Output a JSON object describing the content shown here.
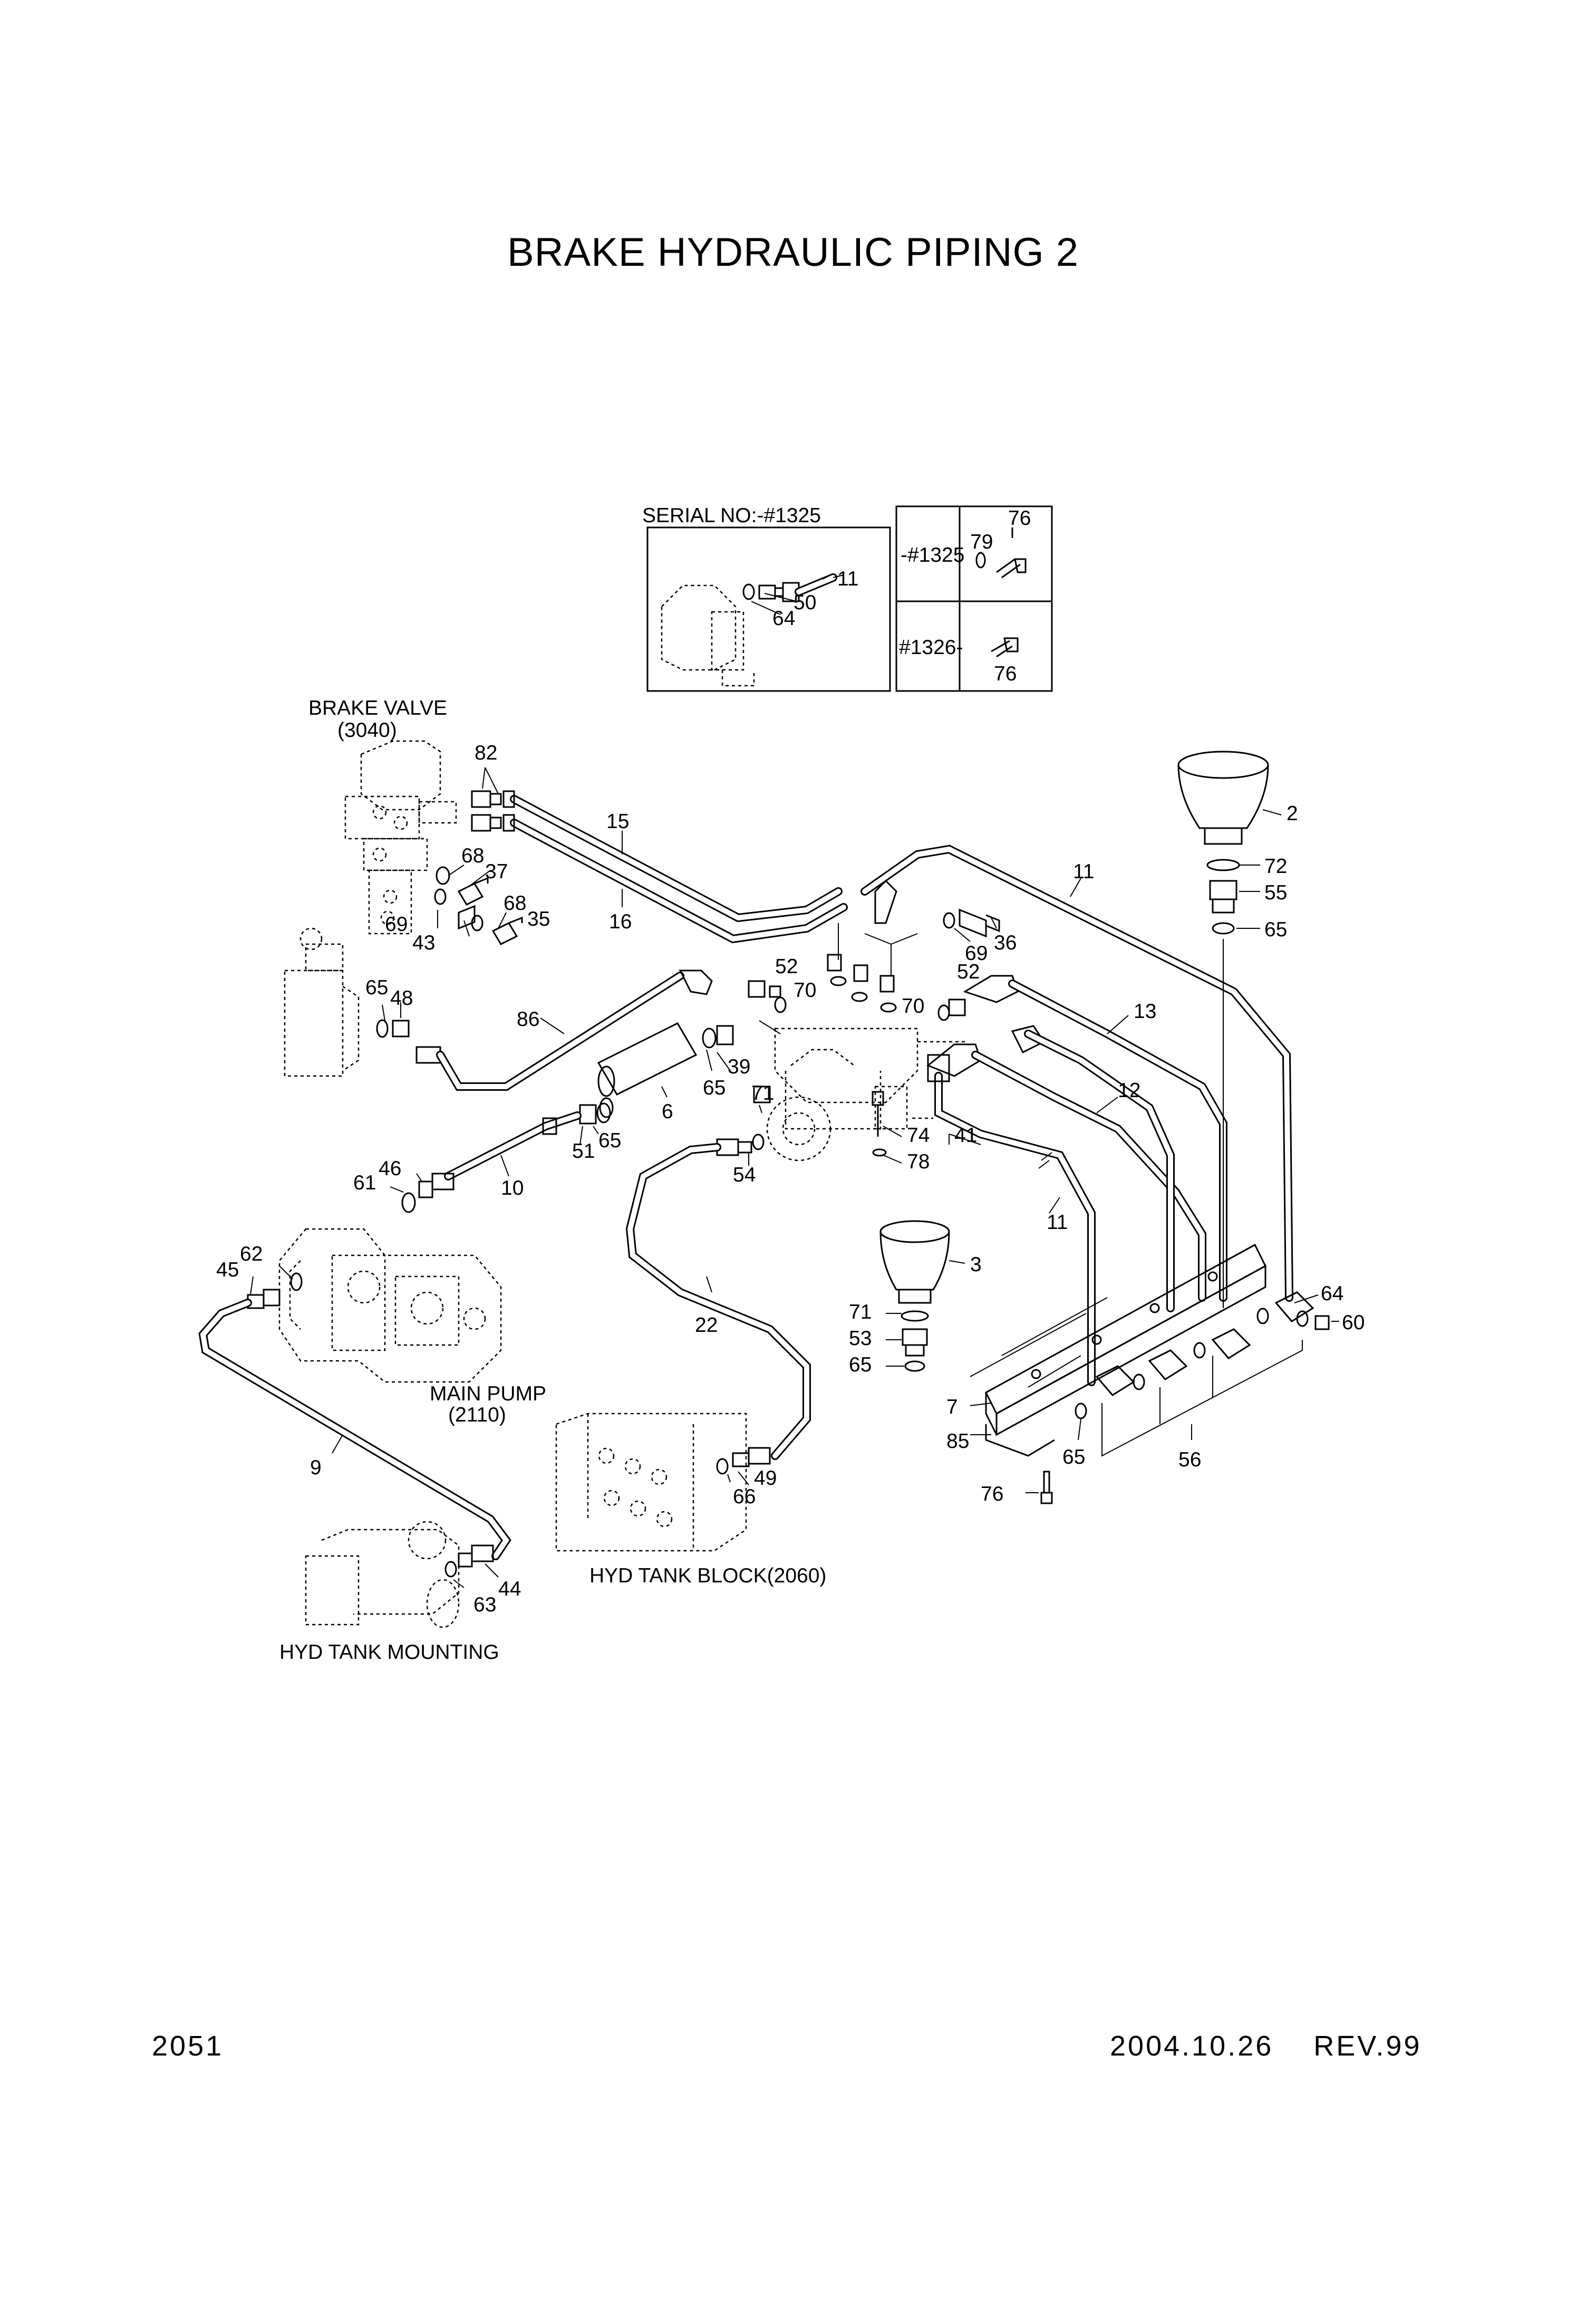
{
  "title": "BRAKE HYDRAULIC PIPING 2",
  "footer": {
    "page": "2051",
    "date_rev": "2004.10.26    REV.99"
  },
  "captions": {
    "brake_valve": "BRAKE VALVE",
    "brake_valve_code": "(3040)",
    "main_pump": "MAIN PUMP",
    "main_pump_code": "(2110)",
    "hyd_tank_block": "HYD TANK BLOCK(2060)",
    "hyd_tank_mounting": "HYD TANK MOUNTING",
    "serial_no": "SERIAL NO:-#1325"
  },
  "table": {
    "row1": "-#1325",
    "row2": "#1326-"
  },
  "labels": {
    "l82": "82",
    "l15": "15",
    "l16": "16",
    "l68a": "68",
    "l37": "37",
    "l69a": "69",
    "l43": "43",
    "l68b": "68",
    "l35": "35",
    "l65a": "65",
    "l48": "48",
    "l86": "86",
    "l52a": "52",
    "l70a": "70",
    "l70b": "70",
    "l69b": "69",
    "l36": "36",
    "l52b": "52",
    "l11a": "11",
    "l13": "13",
    "l12": "12",
    "l41": "41",
    "l11b": "11",
    "l39": "39",
    "l65b": "65",
    "l6": "6",
    "l71a": "71",
    "l74": "74",
    "l78": "78",
    "l51": "51",
    "l65c": "65",
    "l54": "54",
    "l46": "46",
    "l61": "61",
    "l10": "10",
    "l62": "62",
    "l45": "45",
    "l22": "22",
    "l9": "9",
    "l49": "49",
    "l66": "66",
    "l44": "44",
    "l63": "63",
    "l2": "2",
    "l72": "72",
    "l55": "55",
    "l65d": "65",
    "l3": "3",
    "l71b": "71",
    "l53": "53",
    "l65e": "65",
    "l7": "7",
    "l85": "85",
    "l65f": "65",
    "l56": "56",
    "l76": "76",
    "l64": "64",
    "l60": "60",
    "l11c": "11",
    "l50": "50",
    "l64b": "64",
    "t76a": "76",
    "t79": "79",
    "t76b": "76"
  }
}
